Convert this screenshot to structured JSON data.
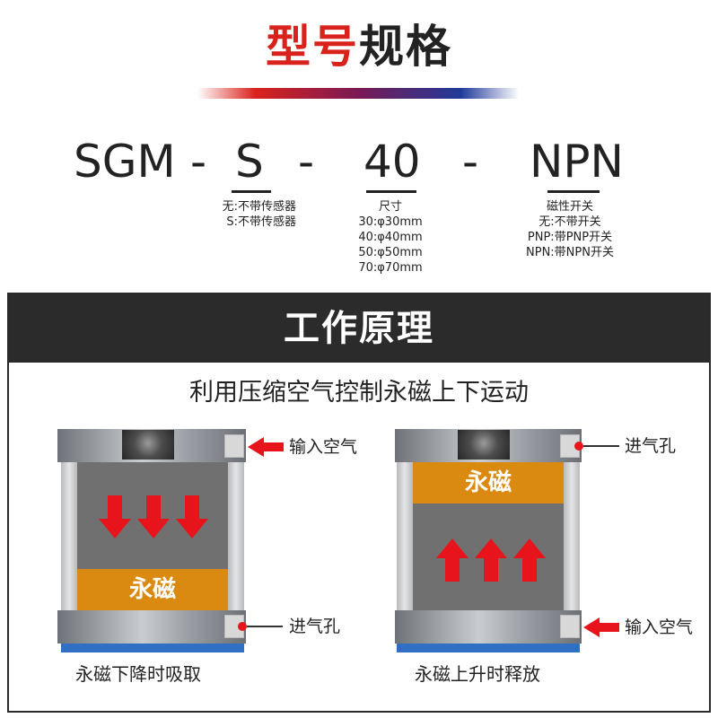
{
  "header": {
    "title_red": "型号",
    "title_dark": "规格"
  },
  "model": {
    "part1": "SGM",
    "dash": "-",
    "part2": "S",
    "part3": "40",
    "part4": "NPN",
    "sensor_notes": [
      "无:不带传感器",
      "S:不带传感器"
    ],
    "size_title": "尺寸",
    "size_notes": [
      "30:φ30mm",
      "40:φ40mm",
      "50:φ50mm",
      "70:φ70mm"
    ],
    "switch_title": "磁性开关",
    "switch_notes": [
      "无:不带开关",
      "PNP:带PNP开关",
      "NPN:带NPN开关"
    ]
  },
  "principle": {
    "heading": "工作原理",
    "subtitle": "利用压缩空气控制永磁上下运动",
    "left": {
      "magnet": "永磁",
      "top_label": "输入空气",
      "bottom_label": "进气孔",
      "caption": "永磁下降时吸取"
    },
    "right": {
      "magnet": "永磁",
      "top_label": "进气孔",
      "bottom_label": "输入空气",
      "caption": "永磁上升时释放"
    }
  },
  "colors": {
    "accent_red": "#d9221c",
    "magnet_orange": "#da8a10",
    "arrow_red": "#e8141c",
    "base_blue": "#2f6fc4",
    "panel_dark": "#2b2b2b"
  }
}
